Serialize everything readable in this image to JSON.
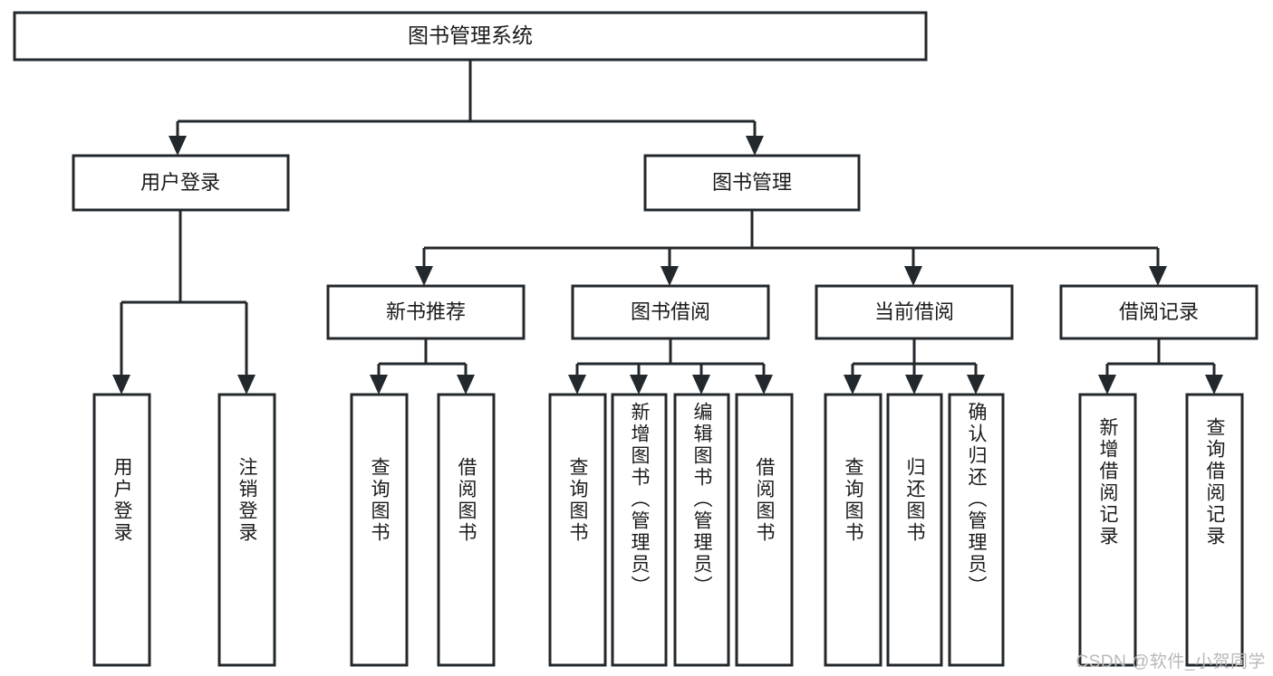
{
  "diagram": {
    "kind": "hierarchy-tree",
    "title": "图书管理系统",
    "watermark": "CSDN @软件_小贺同学",
    "root": {
      "id": "root",
      "label": "图书管理系统"
    },
    "level2": [
      {
        "id": "user-login",
        "label": "用户登录"
      },
      {
        "id": "book-manage",
        "label": "图书管理"
      }
    ],
    "level3": [
      {
        "id": "new-book-rec",
        "label": "新书推荐",
        "parent": "book-manage"
      },
      {
        "id": "book-borrow",
        "label": "图书借阅",
        "parent": "book-manage"
      },
      {
        "id": "current-borrow",
        "label": "当前借阅",
        "parent": "book-manage"
      },
      {
        "id": "borrow-record",
        "label": "借阅记录",
        "parent": "book-manage"
      }
    ],
    "leaves": [
      {
        "id": "leaf-user-login",
        "label": "用户登录",
        "parent": "user-login"
      },
      {
        "id": "leaf-logout",
        "label": "注销登录",
        "parent": "user-login"
      },
      {
        "id": "leaf-query-book-1",
        "label": "查询图书",
        "parent": "new-book-rec"
      },
      {
        "id": "leaf-borrow-book-1",
        "label": "借阅图书",
        "parent": "new-book-rec"
      },
      {
        "id": "leaf-query-book-2",
        "label": "查询图书",
        "parent": "book-borrow"
      },
      {
        "id": "leaf-add-book",
        "label": "新增图书（管理员）",
        "parent": "book-borrow"
      },
      {
        "id": "leaf-edit-book",
        "label": "编辑图书（管理员）",
        "parent": "book-borrow"
      },
      {
        "id": "leaf-borrow-book-2",
        "label": "借阅图书",
        "parent": "book-borrow"
      },
      {
        "id": "leaf-query-book-3",
        "label": "查询图书",
        "parent": "current-borrow"
      },
      {
        "id": "leaf-return-book",
        "label": "归还图书",
        "parent": "current-borrow"
      },
      {
        "id": "leaf-confirm-return",
        "label": "确认归还（管理员）",
        "parent": "current-borrow"
      },
      {
        "id": "leaf-add-record",
        "label": "新增借阅记录",
        "parent": "borrow-record"
      },
      {
        "id": "leaf-query-record",
        "label": "查询借阅记录",
        "parent": "borrow-record"
      }
    ],
    "colors": {
      "stroke": "#23282d",
      "fill": "#ffffff",
      "text": "#1b1b1b",
      "watermark": "#b9b9b9"
    }
  }
}
